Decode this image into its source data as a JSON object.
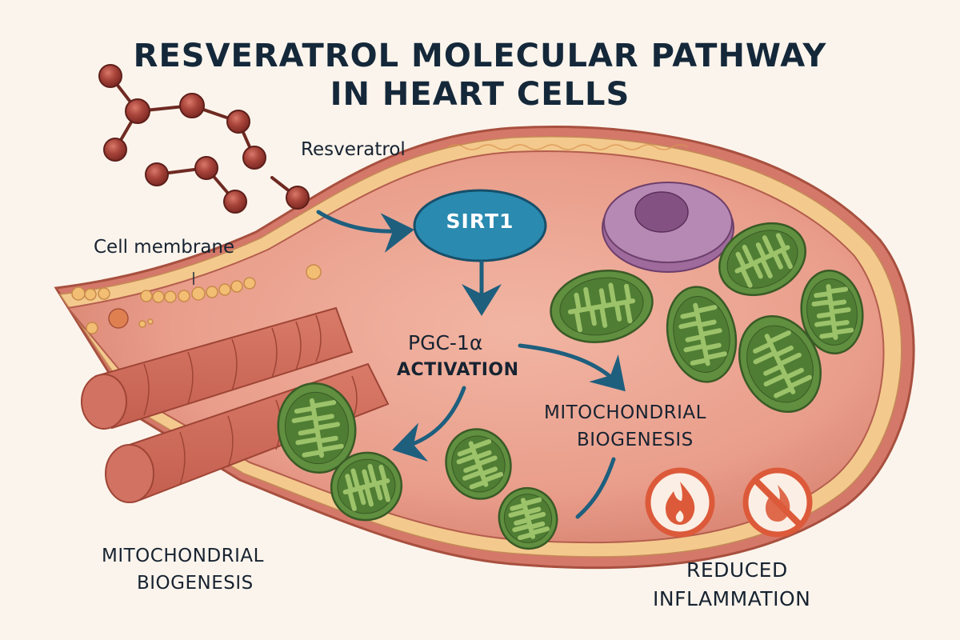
{
  "title": {
    "line1": "RESVERATROL MOLECULAR PATHWAY",
    "line2": "IN HEART CELLS"
  },
  "labels": {
    "resveratrol": "Resveratrol",
    "cell_membrane": "Cell membrane",
    "sirt1": "SIRT1",
    "pgc1a_line1": "PGC-1α",
    "pgc1a_line2": "ACTIVATION",
    "mito_right_line1": "MITOCHONDRIAL",
    "mito_right_line2": "BIOGENESIS",
    "mito_left_line1": "MITOCHONDRIAL",
    "mito_left_line2": "BIOGENESIS",
    "inflammation_line1": "REDUCED",
    "inflammation_line2": "INFLAMMATION"
  },
  "icons": {
    "inflammation_icon": "flame-in-circle-icon",
    "no_inflammation_icon": "no-flame-prohibited-icon",
    "molecule": "resveratrol-molecule-icon"
  },
  "colors": {
    "background": "#fbf4ec",
    "title_text": "#14283a",
    "arrow": "#1e5f7e",
    "sirt1_fill": "#2a8ab0",
    "cell_cytoplasm": "#e8a090",
    "membrane": "#f4c98e",
    "muscle_fiber": "#cf6c5c",
    "mitochondria_outer": "#5f8f3f",
    "mitochondria_inner": "#9cc26a",
    "nucleus": "#a878a6",
    "molecule_atom": "#9b3b30",
    "inflammation_icon": "#dc5a3a"
  }
}
